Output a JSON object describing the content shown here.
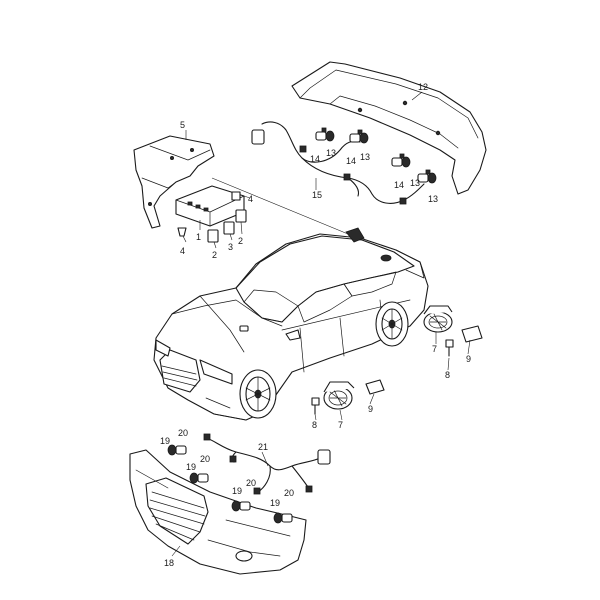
{
  "callouts": {
    "c1": "1",
    "c2a": "2",
    "c2b": "2",
    "c3": "3",
    "c4a": "4",
    "c4b": "4",
    "c5": "5",
    "c7a": "7",
    "c7b": "7",
    "c8a": "8",
    "c8b": "8",
    "c9a": "9",
    "c9b": "9",
    "c12": "12",
    "c13a": "13",
    "c13b": "13",
    "c13c": "13",
    "c14a": "14",
    "c14b": "14",
    "c14c": "14",
    "c15": "15",
    "c18": "18",
    "c19a": "19",
    "c19b": "19",
    "c19c": "19",
    "c20a": "20",
    "c20b": "20",
    "c20c": "20",
    "c20d": "20",
    "c21": "21"
  }
}
